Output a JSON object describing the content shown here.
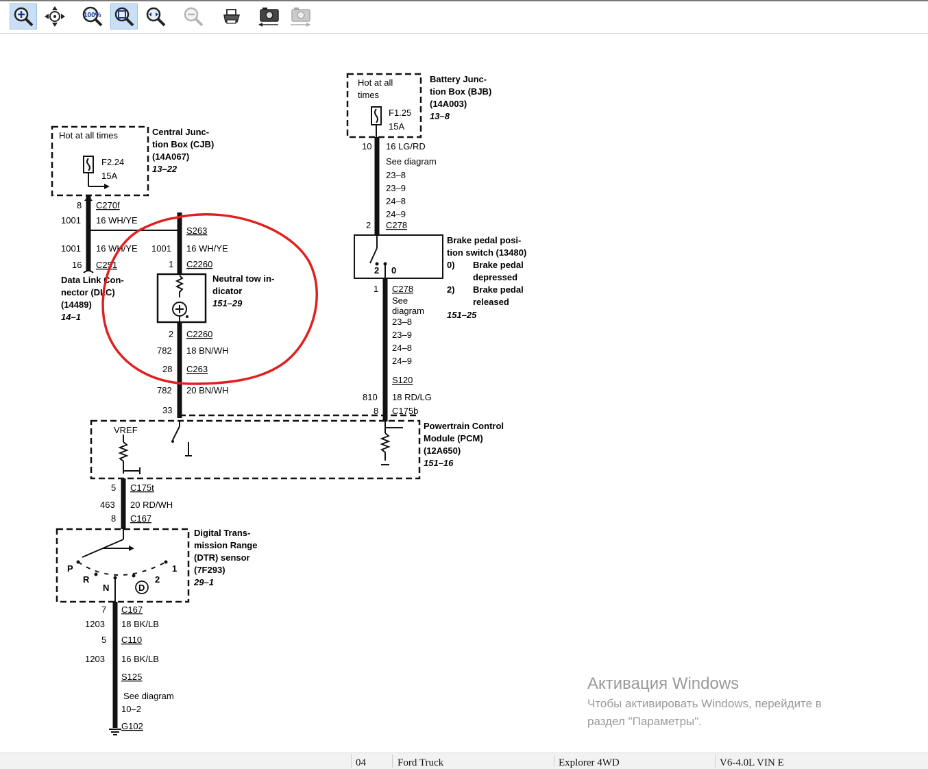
{
  "toolbar": {
    "buttons": [
      {
        "icon": "zoom-in-icon",
        "active": true
      },
      {
        "icon": "pan-icon",
        "active": false
      },
      {
        "icon": "zoom-100-icon",
        "label": "100%",
        "active": false
      },
      {
        "icon": "zoom-fit-icon",
        "active": true
      },
      {
        "icon": "zoom-width-icon",
        "active": false
      },
      {
        "icon": "zoom-out-icon",
        "active": false,
        "disabled": true
      },
      {
        "icon": "print-icon",
        "active": false
      },
      {
        "icon": "prev-image-icon",
        "active": false
      },
      {
        "icon": "next-image-icon",
        "active": false,
        "disabled": true
      }
    ]
  },
  "diagram": {
    "cjb": {
      "hot": "Hot at all times",
      "fuse": "F2.24",
      "amp": "15A",
      "name1": "Central Junc-",
      "name2": "tion Box (CJB)",
      "part": "(14A067)",
      "ref": "13–22"
    },
    "bjb": {
      "hot1": "Hot at all",
      "hot2": "times",
      "fuse": "F1.25",
      "amp": "15A",
      "name1": "Battery Junc-",
      "name2": "tion Box (BJB)",
      "part": "(14A003)",
      "ref": "13–8"
    },
    "left": {
      "pin8": "8",
      "c270f": "C270f",
      "c1001a": "1001",
      "w1": "16 WH/YE",
      "c1001b": "1001",
      "w2": "16 WH/YE",
      "pin16": "16",
      "c251": "C251",
      "dlc1": "Data Link Con-",
      "dlc2": "nector (DLC)",
      "dlc3": "(14489)",
      "dlcref": "14–1"
    },
    "mid": {
      "s263": "S263",
      "c1001": "1001",
      "w": "16 WH/YE",
      "pin1": "1",
      "c2260a": "C2260",
      "nt1": "Neutral tow in-",
      "nt2": "dicator",
      "ntref": "151–29",
      "pin2": "2",
      "c2260b": "C2260",
      "c782a": "782",
      "w2": "18 BN/WH",
      "pin28": "28",
      "c263": "C263",
      "c782b": "782",
      "w3": "20 BN/WH",
      "pin33": "33"
    },
    "right": {
      "pin10": "10",
      "w1": "16 LG/RD",
      "see1": "See diagram",
      "r1": "23–8",
      "r2": "23–9",
      "r3": "24–8",
      "r4": "24–9",
      "pin2": "2",
      "c278a": "C278",
      "bp1": "Brake pedal posi-",
      "bp2": "tion switch (13480)",
      "bp3": "0)",
      "bp4": "Brake pedal",
      "bp5": "depressed",
      "bp6": "2)",
      "bp7": "Brake pedal",
      "bp8": "released",
      "bpref": "151–25",
      "sw2": "2",
      "sw0": "0",
      "pin1": "1",
      "c278b": "C278",
      "see2a": "See",
      "see2b": "diagram",
      "q1": "23–8",
      "q2": "23–9",
      "q3": "24–8",
      "q4": "24–9",
      "s120": "S120",
      "c810": "810",
      "w2": "18 RD/LG",
      "pin8": "8",
      "c175b": "C175b"
    },
    "pcm": {
      "vref": "VREF",
      "n1": "Powertrain Control",
      "n2": "Module (PCM)",
      "n3": "(12A650)",
      "ref": "151–16"
    },
    "lower": {
      "pin5": "5",
      "c175t": "C175t",
      "c463": "463",
      "w1": "20 RD/WH",
      "pin8": "8",
      "c167a": "C167",
      "dtr1": "Digital Trans-",
      "dtr2": "mission Range",
      "dtr3": "(DTR) sensor",
      "dtr4": "(7F293)",
      "dtrref": "29–1",
      "p": "P",
      "r": "R",
      "n": "N",
      "d": "D",
      "two": "2",
      "one": "1",
      "pin7": "7",
      "c167b": "C167",
      "c1203a": "1203",
      "w2": "18 BK/LB",
      "pin5b": "5",
      "c110": "C110",
      "c1203b": "1203",
      "w3": "16 BK/LB",
      "s125": "S125",
      "see": "See diagram",
      "seeref": "10–2",
      "g102": "G102"
    }
  },
  "watermark": {
    "title": "Активация Windows",
    "line1": "Чтобы активировать Windows, перейдите в",
    "line2": "раздел \"Параметры\"."
  },
  "status": {
    "code": "04",
    "make": "Ford Truck",
    "model": "Explorer 4WD",
    "engine": "V6-4.0L VIN E"
  },
  "colors": {
    "annotation": "#e02020",
    "toolbar_active": "#c9dff5"
  }
}
